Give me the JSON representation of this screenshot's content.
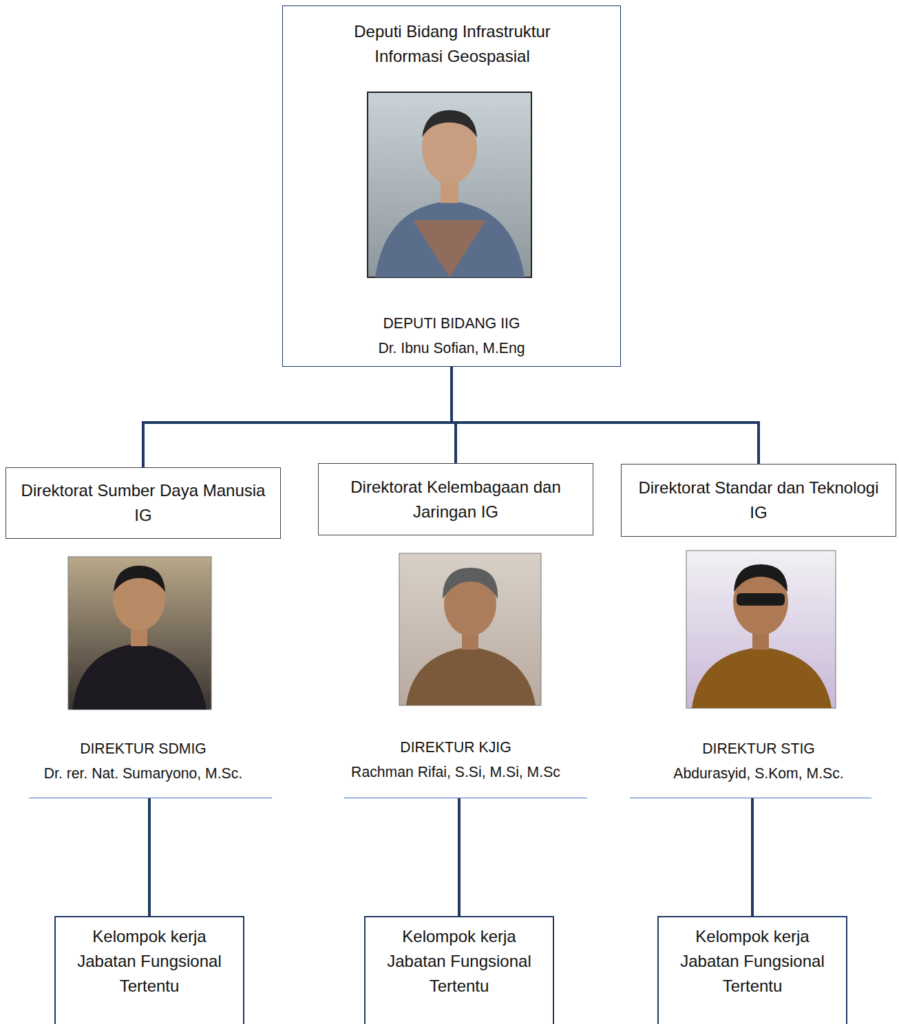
{
  "diagram": {
    "nodes": [
      {
        "text": [
          "Deputi Bidang Infrastruktur Informasi Geospasial",
          "DEPUTI BIDANG IIG",
          "Dr. Ibnu Sofian, M.Eng"
        ]
      },
      {
        "text": [
          "Direktorat Sumber Daya Manusia IG",
          "DIREKTUR SDMIG",
          "Dr. rer. Nat. Sumaryono, M.Sc."
        ]
      },
      {
        "text": [
          "Direktorat Kelembagaan dan Jaringan IG",
          "DIREKTUR KJIG",
          "Rachman Rifai, S.Si, M.Si, M.Sc"
        ]
      },
      {
        "text": [
          "Direktorat Standar dan Teknologi IG",
          "DIREKTUR STIG",
          "Abdurasyid, S.Kom, M.Sc."
        ]
      },
      {
        "text": [
          "Kelompok kerja Jabatan Fungsional Tertentu"
        ]
      },
      {
        "text": [
          "Kelompok kerja Jabatan Fungsional Tertentu"
        ]
      },
      {
        "text": [
          "Kelompok kerja Jabatan Fungsional Tertentu"
        ]
      }
    ],
    "edges": [
      {
        "from": 0,
        "to": 1,
        "arrow": "none"
      },
      {
        "from": 0,
        "to": 2,
        "arrow": "none"
      },
      {
        "from": 0,
        "to": 3,
        "arrow": "none"
      },
      {
        "from": 1,
        "to": 4,
        "arrow": "none"
      },
      {
        "from": 2,
        "to": 5,
        "arrow": "none"
      },
      {
        "from": 3,
        "to": 6,
        "arrow": "none"
      }
    ]
  }
}
